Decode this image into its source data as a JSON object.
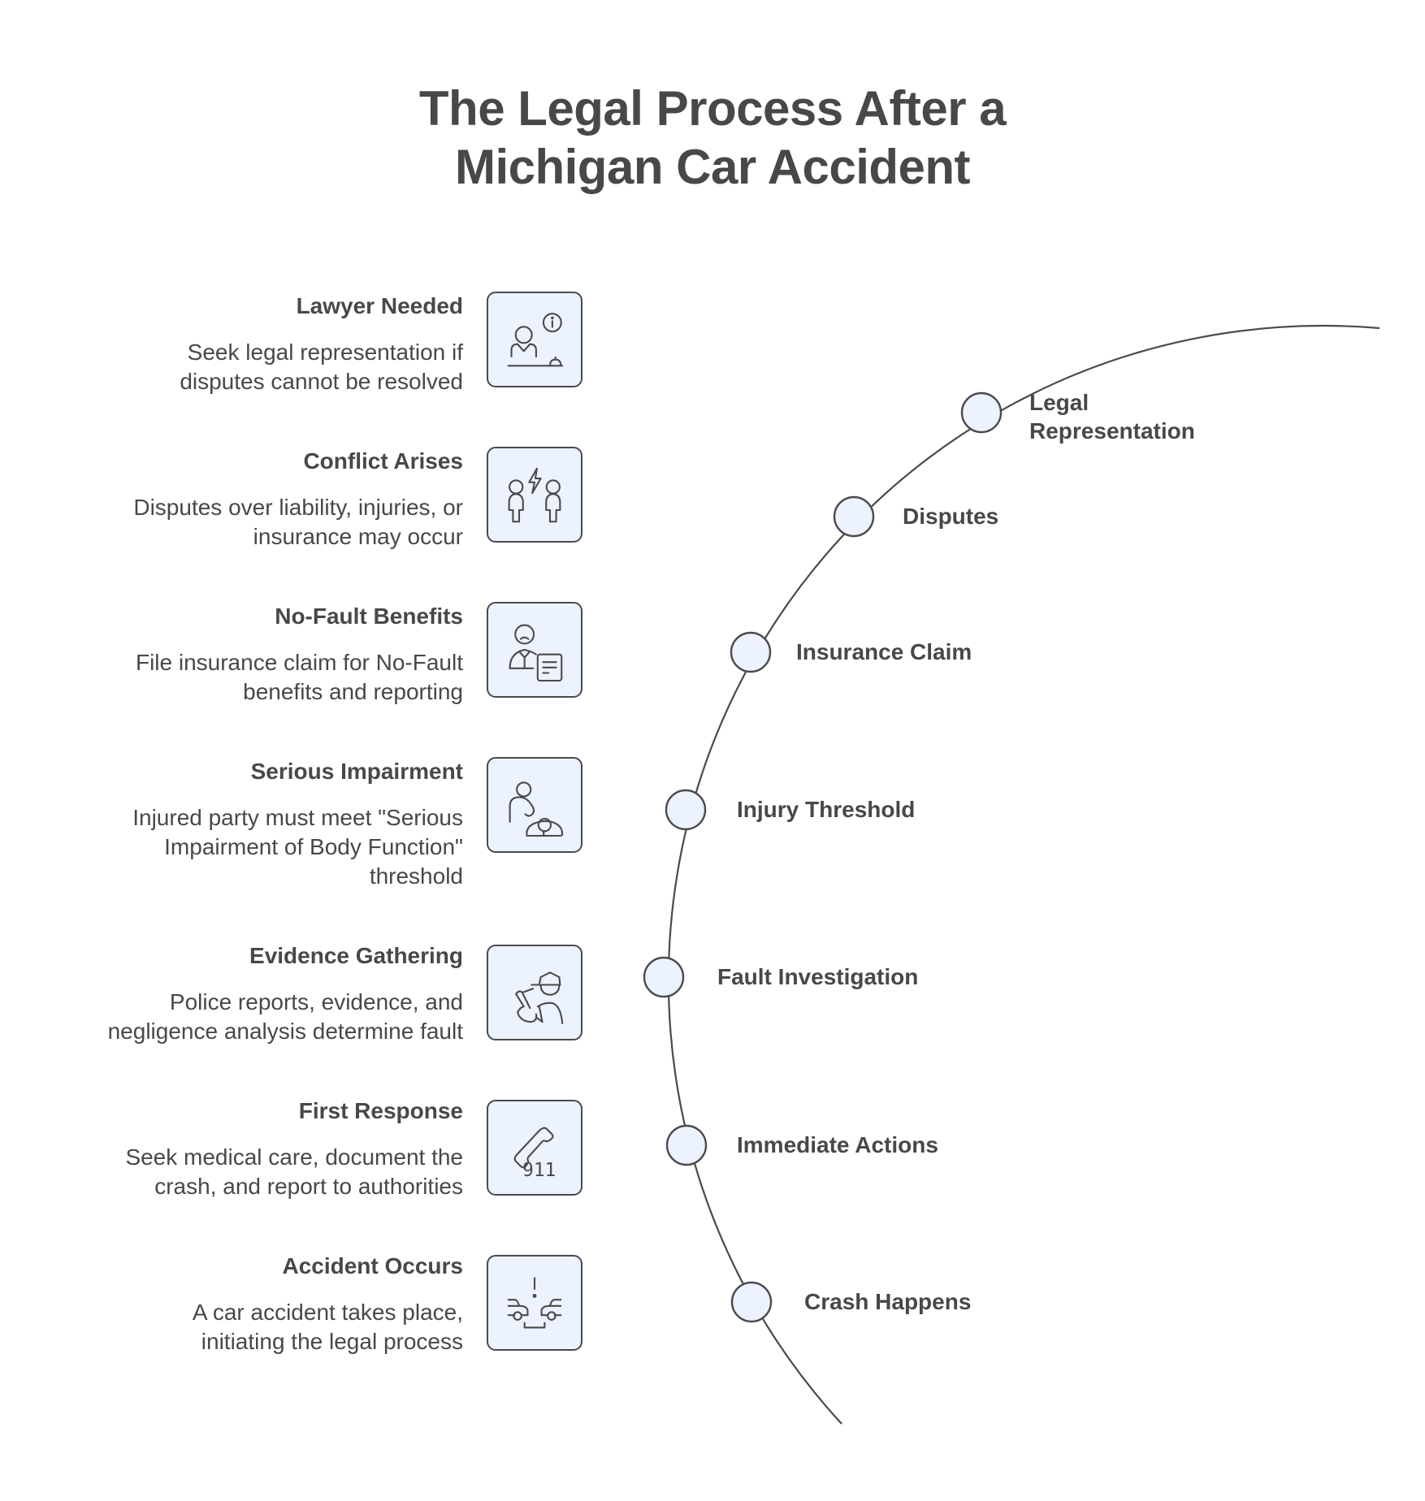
{
  "title": {
    "line1": "The Legal Process After a",
    "line2": "Michigan Car Accident"
  },
  "colors": {
    "text": "#484848",
    "stroke": "#4a4a4a",
    "fill": "#ecf2fe",
    "background": "#ffffff"
  },
  "steps": [
    {
      "title": "Lawyer Needed",
      "desc": [
        "Seek legal representation if",
        "disputes cannot be resolved"
      ],
      "icon": "lawyer-desk-icon"
    },
    {
      "title": "Conflict Arises",
      "desc": [
        "Disputes over liability, injuries, or",
        "insurance may occur"
      ],
      "icon": "conflict-people-icon"
    },
    {
      "title": "No-Fault Benefits",
      "desc": [
        "File insurance claim for No-Fault",
        "benefits and reporting"
      ],
      "icon": "claim-form-icon"
    },
    {
      "title": "Serious Impairment",
      "desc": [
        "Injured party must meet \"Serious",
        "Impairment of Body Function\"",
        "threshold"
      ],
      "icon": "injured-person-icon"
    },
    {
      "title": "Evidence Gathering",
      "desc": [
        "Police reports, evidence, and",
        "negligence analysis determine fault"
      ],
      "icon": "police-officer-icon"
    },
    {
      "title": "First Response",
      "desc": [
        "Seek medical care, document the",
        "crash, and report to authorities"
      ],
      "icon": "phone-911-icon",
      "icon_text": "911"
    },
    {
      "title": "Accident Occurs",
      "desc": [
        "A car accident takes place,",
        "initiating the legal process"
      ],
      "icon": "car-crash-icon"
    }
  ],
  "timeline": [
    {
      "label": [
        "Legal",
        "Representation"
      ]
    },
    {
      "label": [
        "Disputes"
      ]
    },
    {
      "label": [
        "Insurance Claim"
      ]
    },
    {
      "label": [
        "Injury Threshold"
      ]
    },
    {
      "label": [
        "Fault Investigation"
      ]
    },
    {
      "label": [
        "Immediate Actions"
      ]
    },
    {
      "label": [
        "Crash Happens"
      ]
    }
  ]
}
